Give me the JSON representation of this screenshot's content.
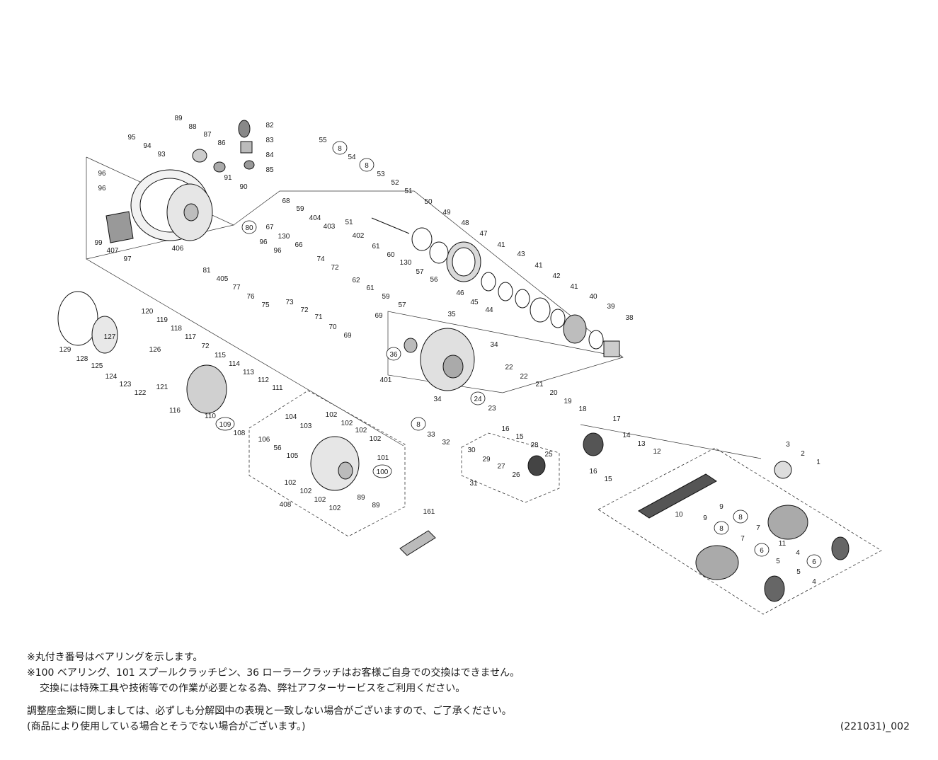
{
  "parts": [
    {
      "label": "89",
      "bearing": false
    },
    {
      "label": "88",
      "bearing": false
    },
    {
      "label": "87",
      "bearing": false
    },
    {
      "label": "86",
      "bearing": false
    },
    {
      "label": "82",
      "bearing": false
    },
    {
      "label": "83",
      "bearing": false
    },
    {
      "label": "84",
      "bearing": false
    },
    {
      "label": "85",
      "bearing": false
    },
    {
      "label": "95",
      "bearing": false
    },
    {
      "label": "94",
      "bearing": false
    },
    {
      "label": "93",
      "bearing": false
    },
    {
      "label": "96",
      "bearing": false
    },
    {
      "label": "96",
      "bearing": false
    },
    {
      "label": "91",
      "bearing": false
    },
    {
      "label": "90",
      "bearing": false
    },
    {
      "label": "99",
      "bearing": false
    },
    {
      "label": "407",
      "bearing": false
    },
    {
      "label": "97",
      "bearing": false
    },
    {
      "label": "406",
      "bearing": false
    },
    {
      "label": "55",
      "bearing": false
    },
    {
      "label": "8",
      "bearing": true
    },
    {
      "label": "54",
      "bearing": false
    },
    {
      "label": "8",
      "bearing": true
    },
    {
      "label": "53",
      "bearing": false
    },
    {
      "label": "52",
      "bearing": false
    },
    {
      "label": "51",
      "bearing": false
    },
    {
      "label": "51",
      "bearing": false
    },
    {
      "label": "50",
      "bearing": false
    },
    {
      "label": "49",
      "bearing": false
    },
    {
      "label": "48",
      "bearing": false
    },
    {
      "label": "47",
      "bearing": false
    },
    {
      "label": "68",
      "bearing": false
    },
    {
      "label": "59",
      "bearing": false
    },
    {
      "label": "67",
      "bearing": false
    },
    {
      "label": "130",
      "bearing": false
    },
    {
      "label": "66",
      "bearing": false
    },
    {
      "label": "404",
      "bearing": false
    },
    {
      "label": "403",
      "bearing": false
    },
    {
      "label": "402",
      "bearing": false
    },
    {
      "label": "80",
      "bearing": true
    },
    {
      "label": "96",
      "bearing": false
    },
    {
      "label": "96",
      "bearing": false
    },
    {
      "label": "81",
      "bearing": false
    },
    {
      "label": "405",
      "bearing": false
    },
    {
      "label": "77",
      "bearing": false
    },
    {
      "label": "76",
      "bearing": false
    },
    {
      "label": "75",
      "bearing": false
    },
    {
      "label": "74",
      "bearing": false
    },
    {
      "label": "72",
      "bearing": false
    },
    {
      "label": "73",
      "bearing": false
    },
    {
      "label": "72",
      "bearing": false
    },
    {
      "label": "71",
      "bearing": false
    },
    {
      "label": "70",
      "bearing": false
    },
    {
      "label": "69",
      "bearing": false
    },
    {
      "label": "69",
      "bearing": false
    },
    {
      "label": "61",
      "bearing": false
    },
    {
      "label": "60",
      "bearing": false
    },
    {
      "label": "62",
      "bearing": false
    },
    {
      "label": "61",
      "bearing": false
    },
    {
      "label": "59",
      "bearing": false
    },
    {
      "label": "130",
      "bearing": false
    },
    {
      "label": "57",
      "bearing": false
    },
    {
      "label": "56",
      "bearing": false
    },
    {
      "label": "57",
      "bearing": false
    },
    {
      "label": "46",
      "bearing": false
    },
    {
      "label": "45",
      "bearing": false
    },
    {
      "label": "44",
      "bearing": false
    },
    {
      "label": "41",
      "bearing": false
    },
    {
      "label": "43",
      "bearing": false
    },
    {
      "label": "41",
      "bearing": false
    },
    {
      "label": "42",
      "bearing": false
    },
    {
      "label": "41",
      "bearing": false
    },
    {
      "label": "40",
      "bearing": false
    },
    {
      "label": "39",
      "bearing": false
    },
    {
      "label": "38",
      "bearing": false
    },
    {
      "label": "35",
      "bearing": false
    },
    {
      "label": "36",
      "bearing": true
    },
    {
      "label": "34",
      "bearing": false
    },
    {
      "label": "401",
      "bearing": false
    },
    {
      "label": "34",
      "bearing": false
    },
    {
      "label": "129",
      "bearing": false
    },
    {
      "label": "128",
      "bearing": false
    },
    {
      "label": "127",
      "bearing": false
    },
    {
      "label": "125",
      "bearing": false
    },
    {
      "label": "124",
      "bearing": false
    },
    {
      "label": "123",
      "bearing": false
    },
    {
      "label": "122",
      "bearing": false
    },
    {
      "label": "126",
      "bearing": false
    },
    {
      "label": "121",
      "bearing": false
    },
    {
      "label": "120",
      "bearing": false
    },
    {
      "label": "119",
      "bearing": false
    },
    {
      "label": "118",
      "bearing": false
    },
    {
      "label": "117",
      "bearing": false
    },
    {
      "label": "72",
      "bearing": false
    },
    {
      "label": "115",
      "bearing": false
    },
    {
      "label": "114",
      "bearing": false
    },
    {
      "label": "113",
      "bearing": false
    },
    {
      "label": "112",
      "bearing": false
    },
    {
      "label": "111",
      "bearing": false
    },
    {
      "label": "116",
      "bearing": false
    },
    {
      "label": "110",
      "bearing": false
    },
    {
      "label": "109",
      "bearing": true
    },
    {
      "label": "108",
      "bearing": false
    },
    {
      "label": "22",
      "bearing": false
    },
    {
      "label": "22",
      "bearing": false
    },
    {
      "label": "21",
      "bearing": false
    },
    {
      "label": "20",
      "bearing": false
    },
    {
      "label": "19",
      "bearing": false
    },
    {
      "label": "18",
      "bearing": false
    },
    {
      "label": "24",
      "bearing": true
    },
    {
      "label": "23",
      "bearing": false
    },
    {
      "label": "8",
      "bearing": true
    },
    {
      "label": "33",
      "bearing": false
    },
    {
      "label": "32",
      "bearing": false
    },
    {
      "label": "17",
      "bearing": false
    },
    {
      "label": "14",
      "bearing": false
    },
    {
      "label": "13",
      "bearing": false
    },
    {
      "label": "12",
      "bearing": false
    },
    {
      "label": "16",
      "bearing": false
    },
    {
      "label": "15",
      "bearing": false
    },
    {
      "label": "16",
      "bearing": false
    },
    {
      "label": "15",
      "bearing": false
    },
    {
      "label": "28",
      "bearing": false
    },
    {
      "label": "30",
      "bearing": false
    },
    {
      "label": "29",
      "bearing": false
    },
    {
      "label": "27",
      "bearing": false
    },
    {
      "label": "26",
      "bearing": false
    },
    {
      "label": "25",
      "bearing": false
    },
    {
      "label": "31",
      "bearing": false
    },
    {
      "label": "104",
      "bearing": false
    },
    {
      "label": "103",
      "bearing": false
    },
    {
      "label": "102",
      "bearing": false
    },
    {
      "label": "102",
      "bearing": false
    },
    {
      "label": "102",
      "bearing": false
    },
    {
      "label": "102",
      "bearing": false
    },
    {
      "label": "106",
      "bearing": false
    },
    {
      "label": "56",
      "bearing": false
    },
    {
      "label": "105",
      "bearing": false
    },
    {
      "label": "101",
      "bearing": false
    },
    {
      "label": "100",
      "bearing": true
    },
    {
      "label": "102",
      "bearing": false
    },
    {
      "label": "102",
      "bearing": false
    },
    {
      "label": "89",
      "bearing": false
    },
    {
      "label": "89",
      "bearing": false
    },
    {
      "label": "102",
      "bearing": false
    },
    {
      "label": "102",
      "bearing": false
    },
    {
      "label": "408",
      "bearing": false
    },
    {
      "label": "161",
      "bearing": false
    },
    {
      "label": "3",
      "bearing": false
    },
    {
      "label": "2",
      "bearing": false
    },
    {
      "label": "1",
      "bearing": false
    },
    {
      "label": "10",
      "bearing": false
    },
    {
      "label": "9",
      "bearing": false
    },
    {
      "label": "8",
      "bearing": true
    },
    {
      "label": "7",
      "bearing": false
    },
    {
      "label": "9",
      "bearing": false
    },
    {
      "label": "8",
      "bearing": true
    },
    {
      "label": "7",
      "bearing": false
    },
    {
      "label": "6",
      "bearing": true
    },
    {
      "label": "5",
      "bearing": false
    },
    {
      "label": "4",
      "bearing": false
    },
    {
      "label": "6",
      "bearing": true
    },
    {
      "label": "5",
      "bearing": false
    },
    {
      "label": "4",
      "bearing": false
    },
    {
      "label": "11",
      "bearing": false
    }
  ],
  "notes": {
    "line1": "※丸付き番号はベアリングを示します。",
    "line2": "※100 ベアリング、101 スプールクラッチピン、36 ローラークラッチはお客様ご自身での交換はできません。",
    "line3": "交換には特殊工具や技術等での作業が必要となる為、弊社アフターサービスをご利用ください。",
    "line4": "調整座金類に関しましては、必ずしも分解図中の表現と一致しない場合がございますので、ご了承ください。",
    "line5": "(商品により使用している場合とそうでない場合がございます。)"
  },
  "doc_code": "(221031)_002"
}
